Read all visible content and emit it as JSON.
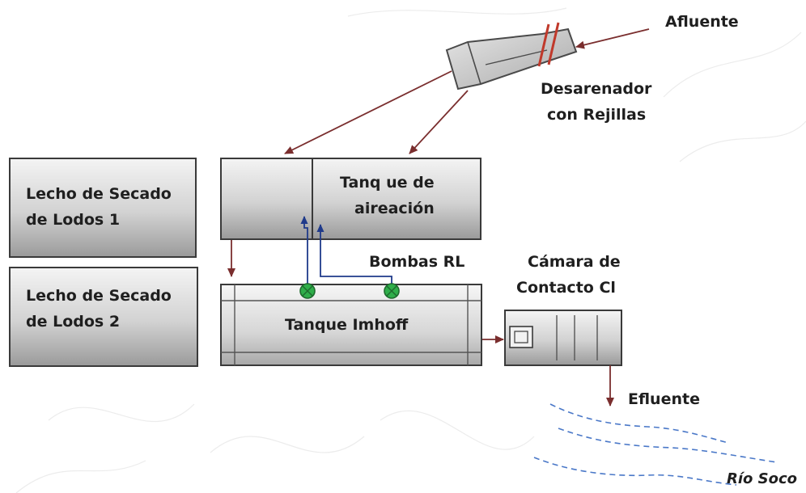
{
  "labels": {
    "afluente": "Afluente",
    "desarenador_line1": "Desarenador",
    "desarenador_line2": "con Rejillas",
    "lecho1_line1": "Lecho de Secado",
    "lecho1_line2": "de Lodos 1",
    "lecho2_line1": "Lecho de Secado",
    "lecho2_line2": "de Lodos 2",
    "tanque_aireacion_line1": "Tanq ue de",
    "tanque_aireacion_line2": "aireación",
    "bombas": "Bombas RL",
    "camara_line1": "Cámara de",
    "camara_line2": "Contacto Cl",
    "tanque_imhoff": "Tanque Imhoff",
    "efluente": "Efluente",
    "rio": "Río Soco"
  },
  "colors": {
    "flow_arrow": "#7a2e2e",
    "pump_pipe": "#1f3a8a",
    "pump_fill": "#2fae4a",
    "river": "#4a78c8",
    "screen_bars": "#c0392b"
  }
}
